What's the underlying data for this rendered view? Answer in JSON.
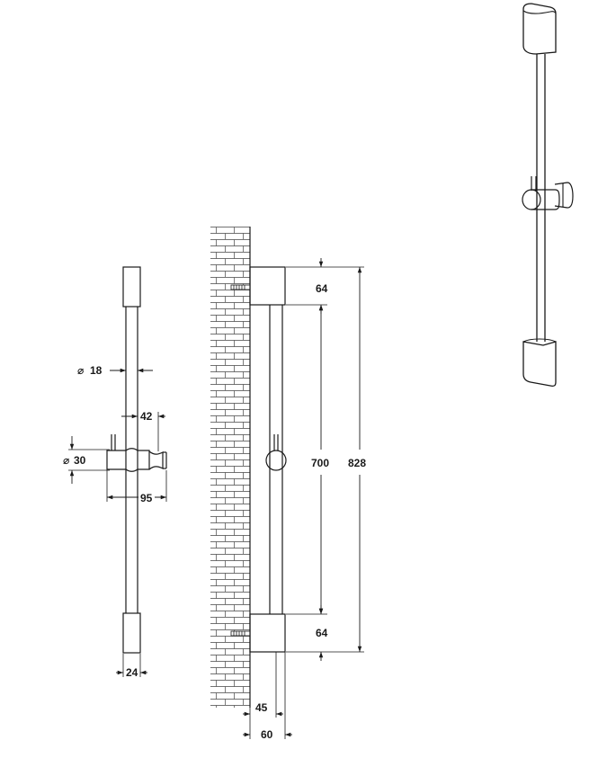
{
  "front_view": {
    "rod_diameter": "18",
    "holder_diameter": "30",
    "holder_depth": "42",
    "holder_width": "95",
    "cap_width": "24"
  },
  "side_view": {
    "top_bracket_height": "64",
    "rail_length": "700",
    "bottom_bracket_height": "64",
    "total_height": "828",
    "rail_offset": "45",
    "bracket_depth": "60"
  },
  "symbols": {
    "diameter": "⌀"
  },
  "colors": {
    "line": "#1a1a1a",
    "background": "#ffffff"
  }
}
